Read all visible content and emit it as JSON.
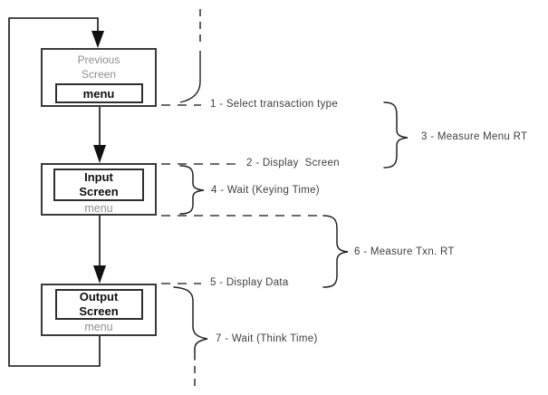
{
  "diagram": {
    "nodes": [
      {
        "name": "previous-screen",
        "lines": [
          "Previous",
          "Screen"
        ],
        "menu": "menu"
      },
      {
        "name": "input-screen",
        "lines": [
          "Input",
          "Screen"
        ],
        "menu": "menu"
      },
      {
        "name": "output-screen",
        "lines": [
          "Output",
          "Screen"
        ],
        "menu": "menu"
      }
    ],
    "annotations": [
      {
        "step": 1,
        "label": "1 - Select transaction type"
      },
      {
        "step": 2,
        "label": "2 - Display  Screen"
      },
      {
        "step": 3,
        "label": "3 - Measure Menu RT"
      },
      {
        "step": 4,
        "label": "4 - Wait (Keying Time)"
      },
      {
        "step": 5,
        "label": "5 - Display Data"
      },
      {
        "step": 6,
        "label": "6 - Measure Txn. RT"
      },
      {
        "step": 7,
        "label": "7 - Wait (Think Time)"
      }
    ],
    "colors": {
      "background": "#ffffff",
      "box_border": "#3a3a3a",
      "inner_border": "#2e2e2e",
      "gray_text": "#8f8f8f",
      "bold_text": "#0f0f0f",
      "label_text": "#3f3f3f",
      "flow_line": "#111111",
      "dash_line": "#3a3a3a",
      "brace_line": "#222222"
    }
  }
}
